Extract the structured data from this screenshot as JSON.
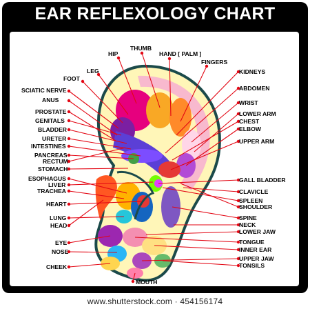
{
  "title": "EAR REFLEXOLOGY CHART",
  "watermark": "www.shutterstock.com · 454156174",
  "colors": {
    "leader_line": "#e30613",
    "dot": "#e30613",
    "frame": "#000000"
  },
  "labels": {
    "thumb": "THUMB",
    "hip": "HIP",
    "hand_palm": "HAND [ PALM ]",
    "fingers": "FINGERS",
    "leg": "LEG",
    "foot": "FOOT",
    "kidneys": "KIDNEYS",
    "sciatic_nerve": "SCIATIC NERVE",
    "abdomen": "ABDOMEN",
    "anus": "ANUS",
    "wrist": "WRIST",
    "prostate": "PROSTATE",
    "lower_arm": "LOWER ARM",
    "genitals": "GENITALS",
    "chest": "CHEST",
    "bladder": "BLADDER",
    "elbow": "ELBOW",
    "ureter": "URETER",
    "upper_arm": "UPPER ARM",
    "intestines": "INTESTINES",
    "pancreas": "PANCREAS",
    "rectum": "RECTUM",
    "stomach": "STOMACH",
    "gall_bladder": "GALL BLADDER",
    "esophagus": "ESOPHAGUS",
    "liver": "LIVER",
    "clavicle": "CLAVICLE",
    "trachea": "TRACHEA",
    "spleen": "SPLEEN",
    "heart": "HEART",
    "shoulder": "SHOULDER",
    "lung": "LUNG",
    "spine": "SPINE",
    "head": "HEAD",
    "neck": "NECK",
    "lower_jaw": "LOWER JAW",
    "eye": "EYE",
    "tongue": "TONGUE",
    "nose": "NOSE",
    "inner_ear": "INNER EAR",
    "upper_jaw": "UPPER JAW",
    "cheek": "CHEEK",
    "tonsils": "TONSILS",
    "mouth": "MOUTH"
  }
}
